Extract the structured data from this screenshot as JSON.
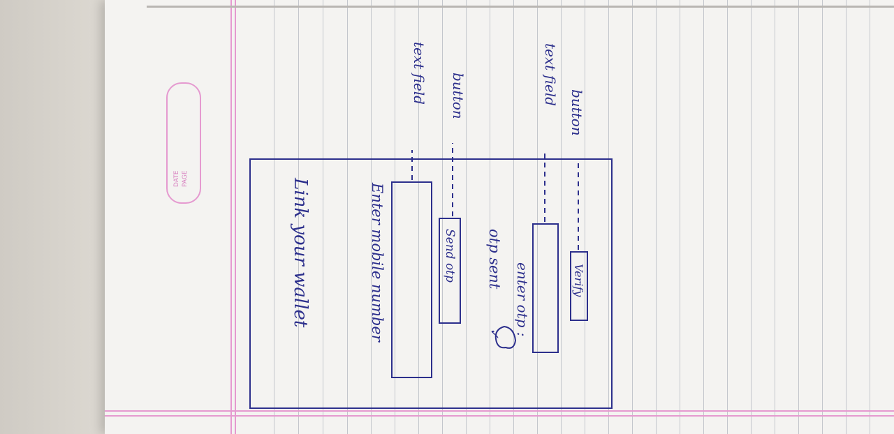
{
  "stamp": {
    "date_label": "DATE",
    "page_label": "PAGE"
  },
  "heading": "Link your wallet",
  "mobile_label": "Enter mobile number",
  "mobile_field_annotation": "text field",
  "send_button_label": "Send otp",
  "send_button_annotation": "button",
  "otp_status": "otp sent",
  "otp_label": "enter otp :",
  "otp_field_annotation": "text field",
  "verify_button_label": "Verify",
  "verify_button_annotation": "button",
  "ink_color": "#2c2f8c",
  "margin_color": "#e59ad0"
}
